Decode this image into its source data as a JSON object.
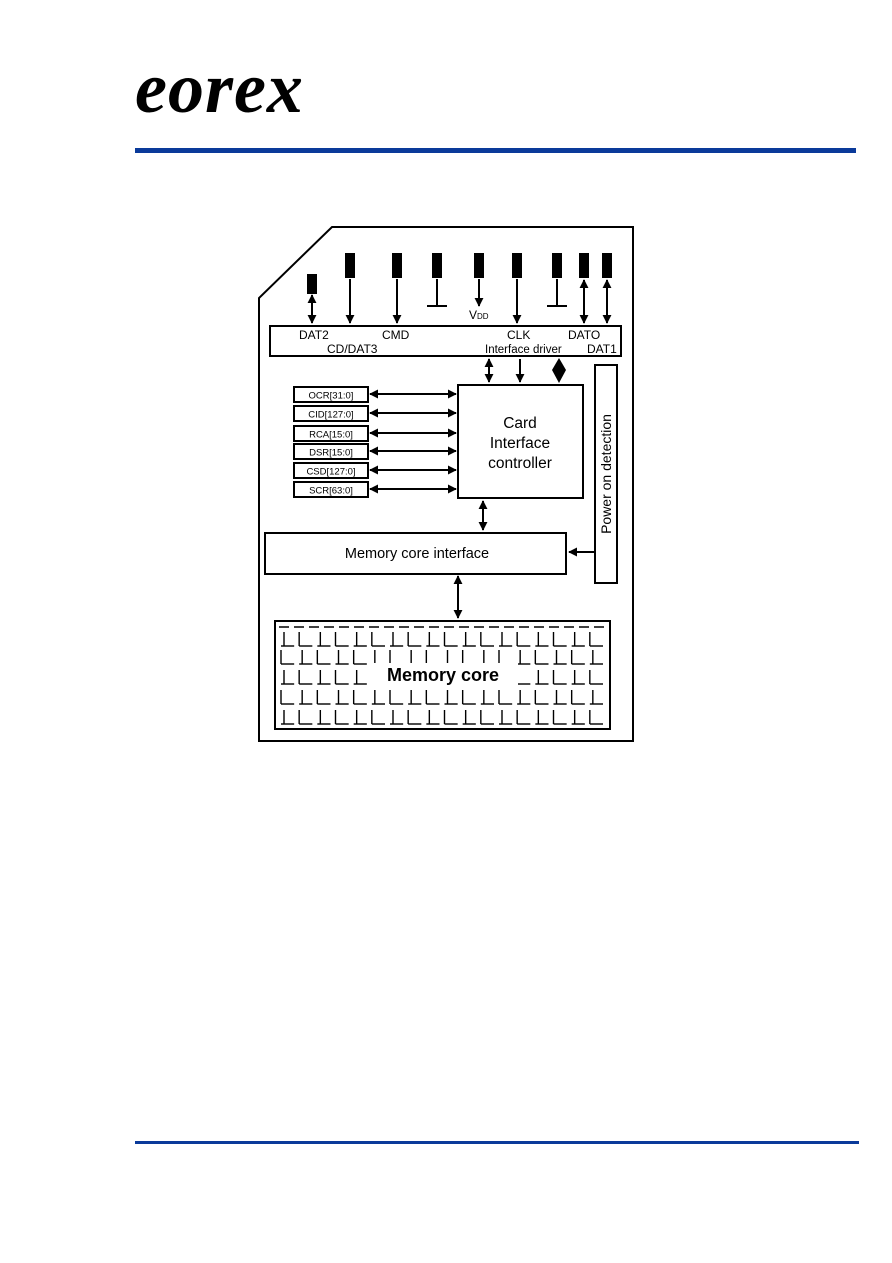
{
  "header": {
    "logo_text": "eorex"
  },
  "diagram": {
    "pins": {
      "dat2": "DAT2",
      "cd_dat3": "CD/DAT3",
      "cmd": "CMD",
      "vdd": "V",
      "vdd_sub": "DD",
      "clk": "CLK",
      "dat0": "DATO",
      "dat1": "DAT1"
    },
    "interface_driver": "Interface driver",
    "registers": [
      "OCR[31:0]",
      "CID[127:0]",
      "RCA[15:0]",
      "DSR[15:0]",
      "CSD[127:0]",
      "SCR[63:0]"
    ],
    "controller": {
      "line1": "Card",
      "line2": "Interface",
      "line3": "controller"
    },
    "power_detection": "Power on detection",
    "memory_interface": "Memory core interface",
    "memory_core": "Memory core"
  },
  "colors": {
    "rule": "#0a3a9a"
  }
}
